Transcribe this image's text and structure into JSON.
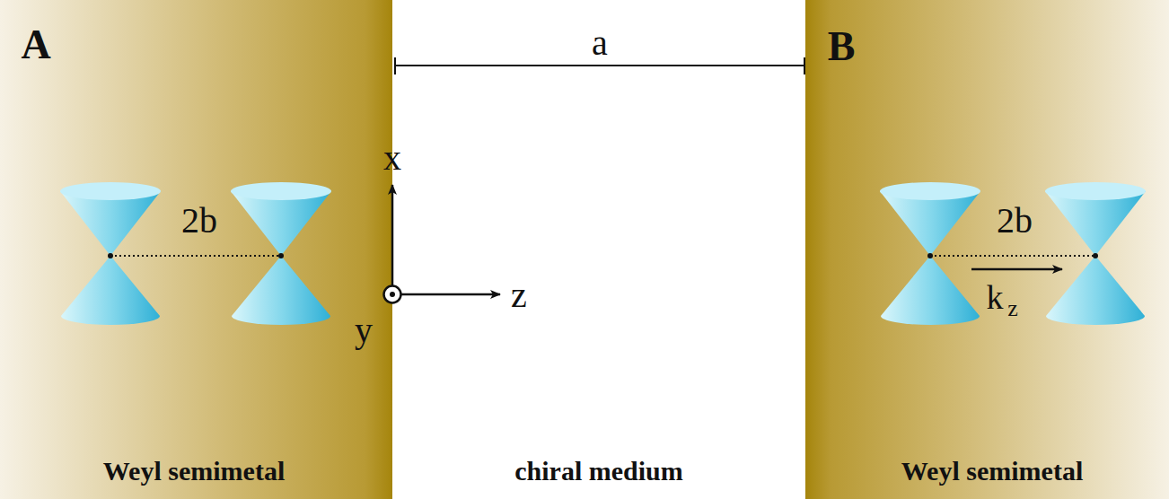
{
  "diagram": {
    "nodes": [
      {
        "text": [
          "A",
          "Weyl semimetal"
        ]
      },
      {
        "text": [
          "B",
          "Weyl semimetal"
        ]
      }
    ],
    "labels": [
      "a",
      "x",
      "2b",
      "z",
      "y",
      "chiral medium",
      "2b",
      "k",
      "z"
    ]
  }
}
